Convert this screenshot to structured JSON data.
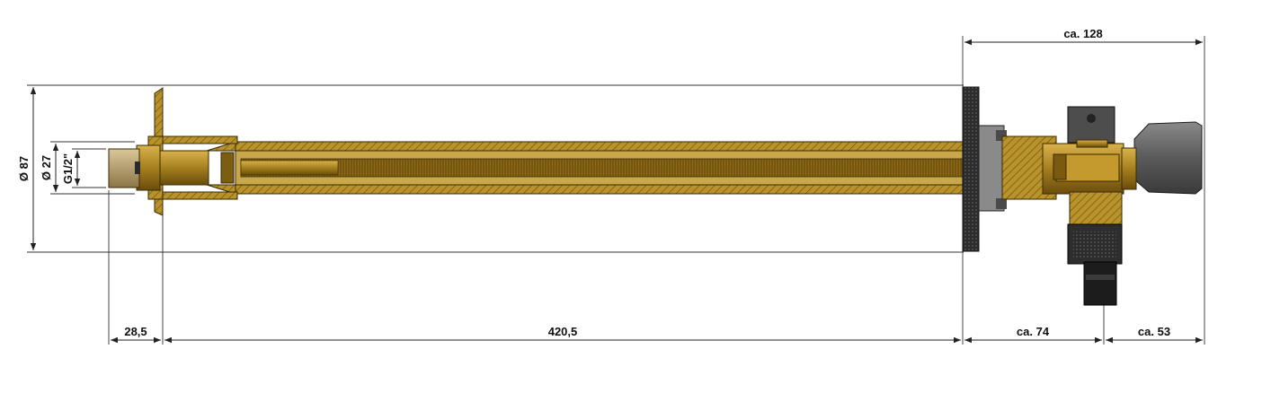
{
  "dimensions": {
    "diameter_outer": "Ø 87",
    "diameter_pipe": "Ø 27",
    "thread": "G1/2\"",
    "flange_depth": "28,5",
    "wall_length": "420,5",
    "valve_width": "ca. 74",
    "handle_width": "ca. 53",
    "total_outside": "ca. 128"
  },
  "colors": {
    "brass": "#b8922a",
    "brass_dark": "#7a5a10",
    "handle": "#5f5f5f",
    "connector": "#2b2b2b"
  },
  "icons": {
    "diameter_symbol": "diameter-icon"
  }
}
